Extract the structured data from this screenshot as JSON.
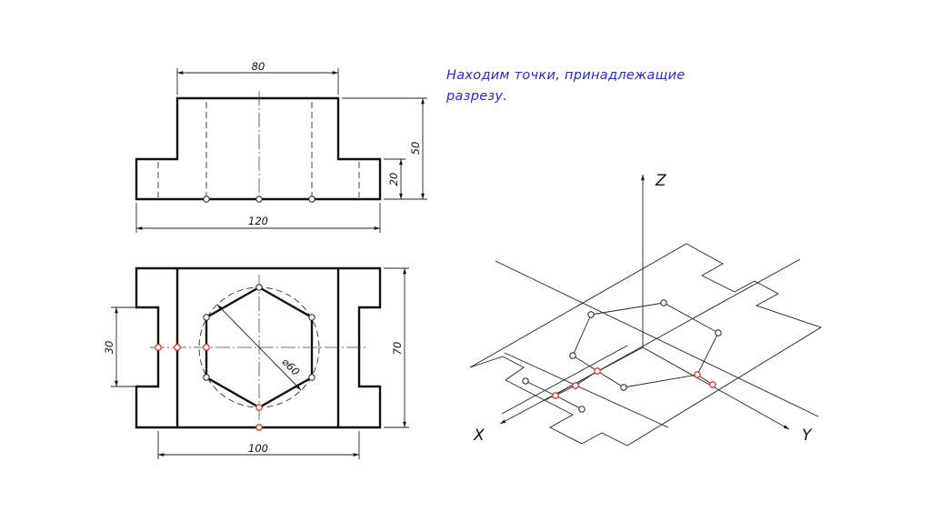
{
  "caption": {
    "line1": "Находим точки, принадлежащие",
    "line2": "разрезу."
  },
  "front_view": {
    "dim_top": "80",
    "dim_bottom": "120",
    "dim_total_height": "50",
    "dim_base_height": "20"
  },
  "top_view": {
    "dim_slot": "30",
    "dim_depth": "70",
    "dim_width": "100",
    "dim_hole": "⌀60"
  },
  "axonometric": {
    "axis_z": "Z",
    "axis_x": "X",
    "axis_y": "Y"
  },
  "colors": {
    "caption": "#2a2ab8",
    "section_points": "#d23a3a",
    "lines": "#111111"
  }
}
